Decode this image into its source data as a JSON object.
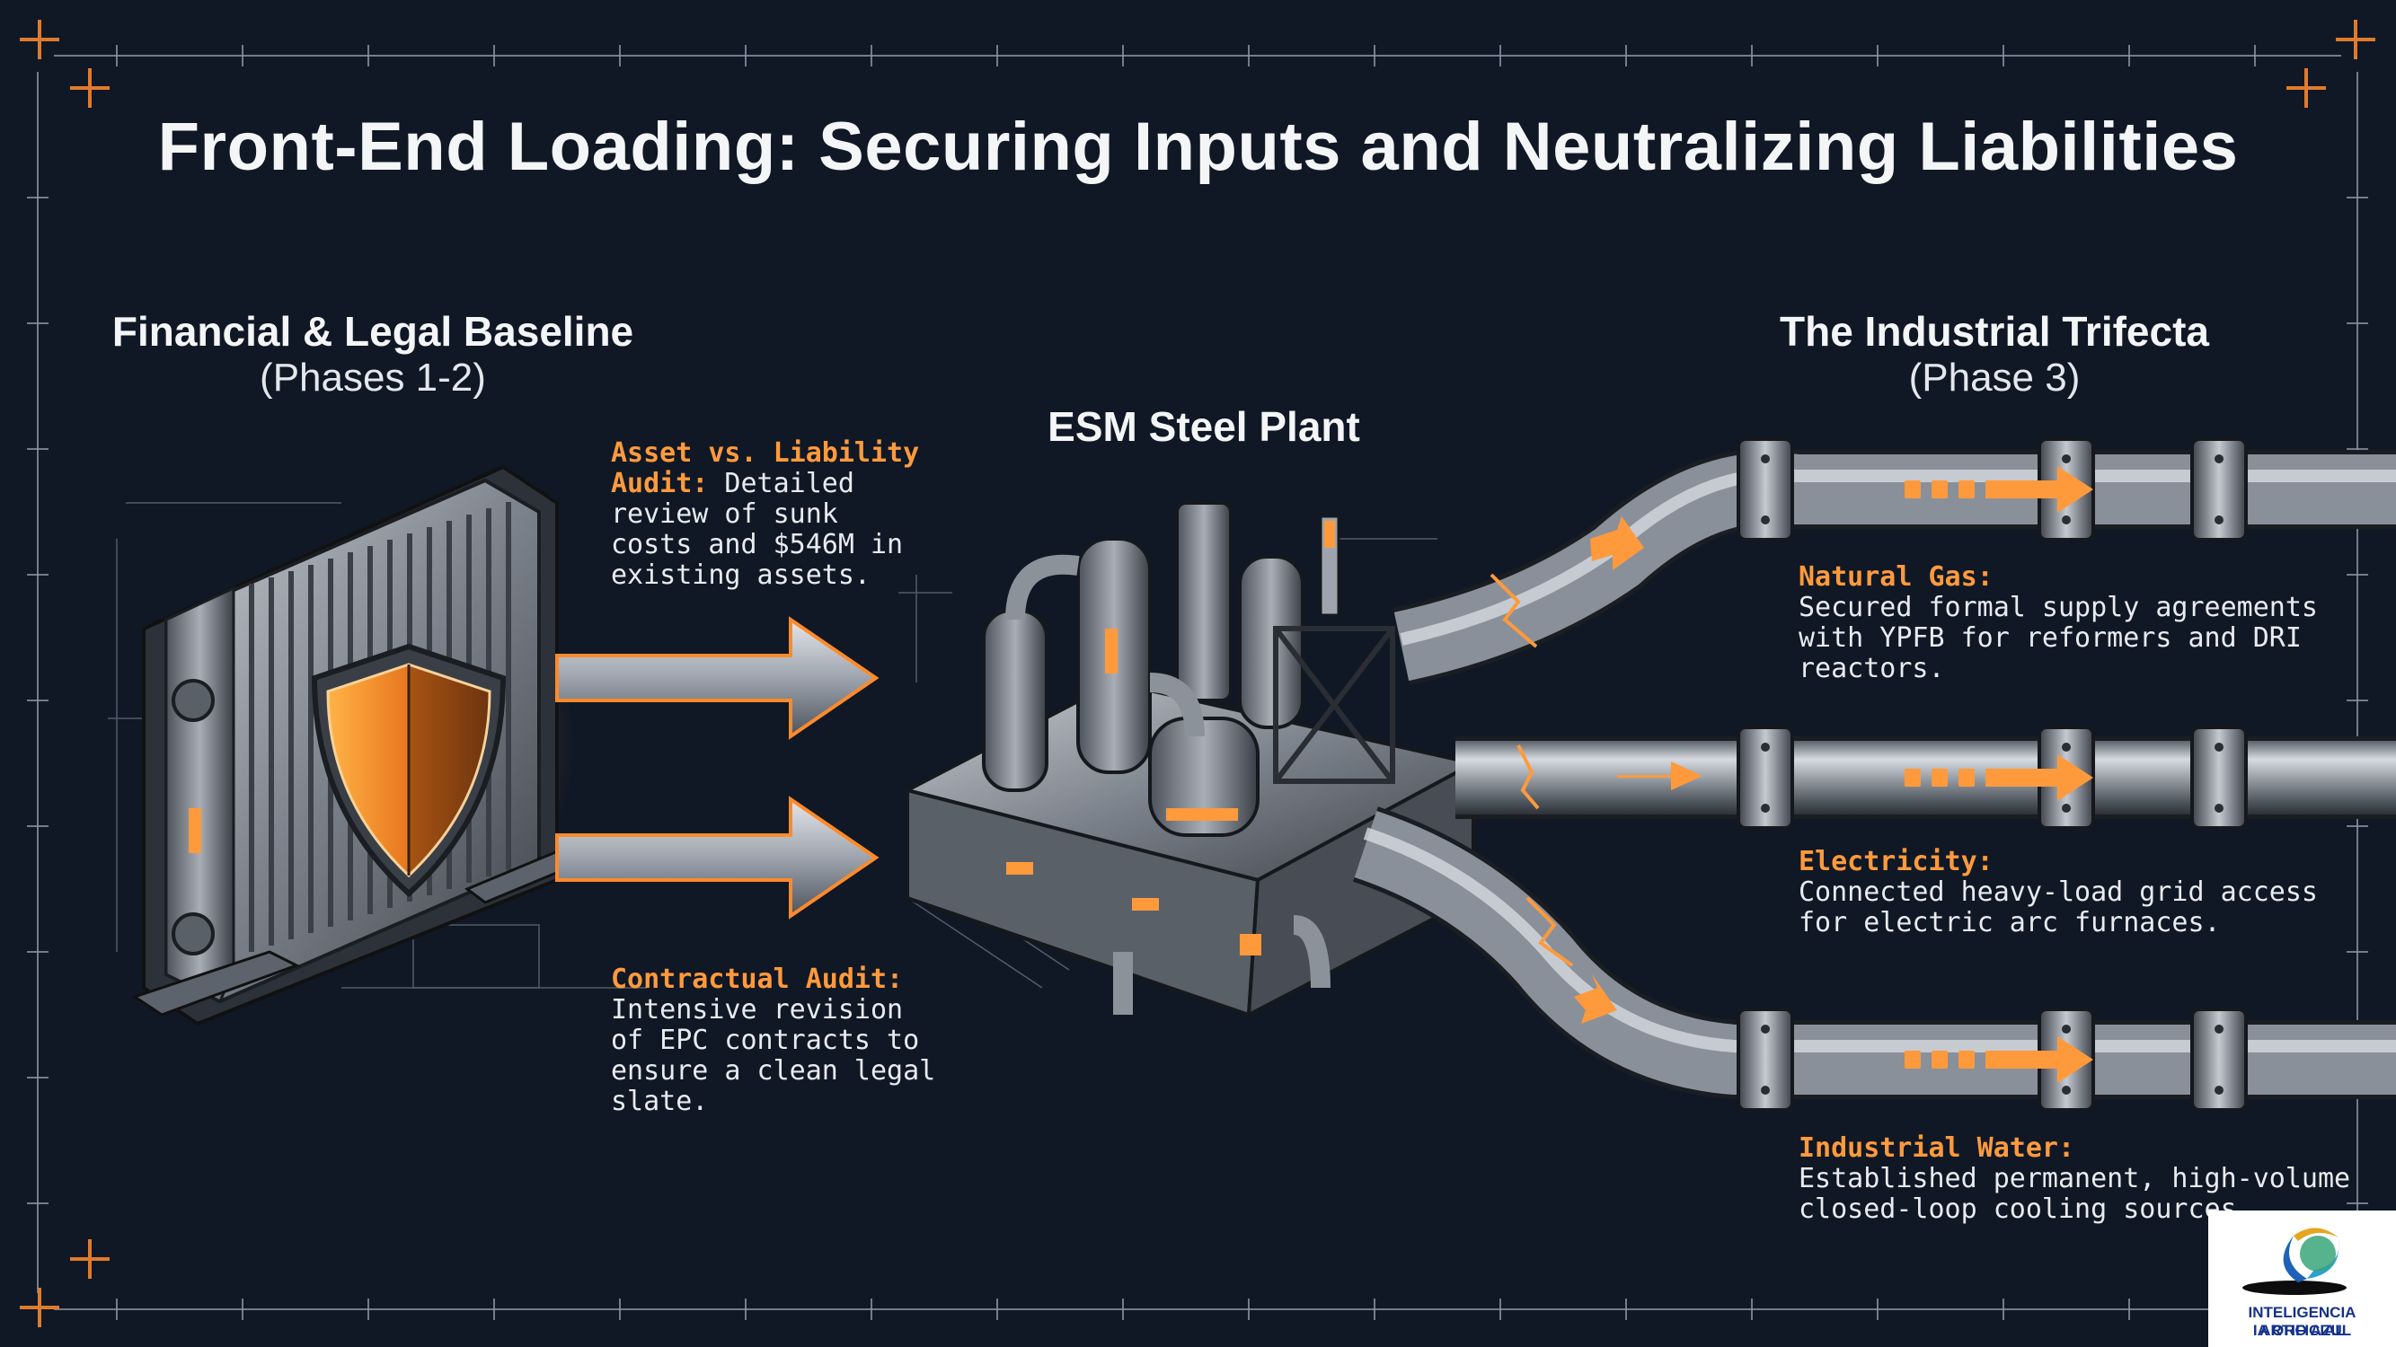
{
  "title": "Front-End Loading: Securing Inputs and Neutralizing Liabilities",
  "left_section": {
    "heading": "Financial & Legal Baseline",
    "subheading": "(Phases 1-2)",
    "icon": "shield-icon",
    "callouts": [
      {
        "label_lines": [
          "Asset vs. Liability",
          "Audit:"
        ],
        "text_lines": [
          " Detailed",
          "review of sunk",
          "costs and $546M in",
          "existing assets."
        ]
      },
      {
        "label_lines": [
          "Contractual Audit:"
        ],
        "text_lines": [
          "Intensive revision",
          "of EPC contracts to",
          "ensure a clean legal",
          "slate."
        ]
      }
    ]
  },
  "center": {
    "label": "ESM Steel Plant",
    "icon": "steel-plant-icon"
  },
  "right_section": {
    "heading": "The Industrial Trifecta",
    "subheading": "(Phase 3)",
    "inputs": [
      {
        "label": "Natural Gas:",
        "text_lines": [
          "Secured formal supply agreements",
          "with YPFB for reformers and DRI",
          "reactors."
        ]
      },
      {
        "label": "Electricity:",
        "text_lines": [
          "Connected heavy-load grid access",
          "for electric arc furnaces."
        ]
      },
      {
        "label": "Industrial Water:",
        "text_lines": [
          "Established permanent, high-volume",
          "closed-loop cooling sources."
        ]
      }
    ]
  },
  "logo": {
    "line1": "INTELIGENCIA ARTIFICIAL",
    "line2": "IA ORO AZUL",
    "icon": "ia-oro-azul-logo-icon"
  },
  "colors": {
    "background": "#101826",
    "accent": "#ff9a3c",
    "text": "#f4f5f7",
    "grid": "#8d96a6",
    "pipe": "#8a9099"
  }
}
